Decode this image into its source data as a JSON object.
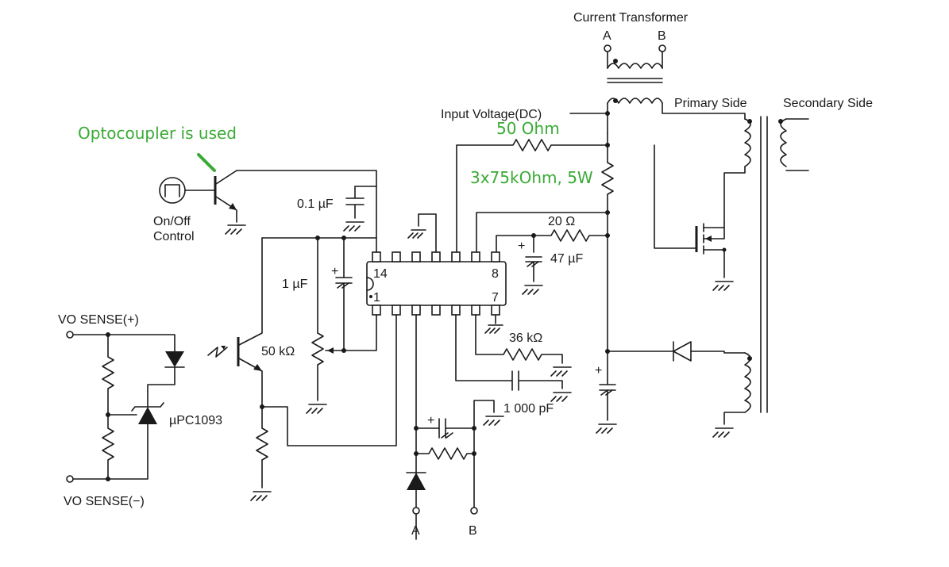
{
  "annotations": {
    "optocoupler": "Optocoupler is used",
    "r_50ohm": "50 Ohm",
    "r_3x75k": "3x75kOhm, 5W",
    "color": "#3aaa35"
  },
  "labels": {
    "current_transformer": "Current Transformer",
    "ct_a": "A",
    "ct_b": "B",
    "primary_side": "Primary Side",
    "secondary_side": "Secondary Side",
    "input_voltage": "Input Voltage(DC)",
    "on_off_1": "On/Off",
    "on_off_2": "Control",
    "c_01uf": "0.1 µF",
    "c_1uf": "1 µF",
    "r_50k": "50 kΩ",
    "r_20ohm": "20 Ω",
    "c_47uf": "47 µF",
    "r_36k": "36 kΩ",
    "c_1000pf": "1 000 pF",
    "ic_pin14": "14",
    "ic_pin1": "1",
    "ic_pin8": "8",
    "ic_pin7": "7",
    "vo_sense_pos": "VO SENSE(+)",
    "vo_sense_neg": "VO SENSE(−)",
    "upc1093": "µPC1093",
    "term_a": "A",
    "term_b": "B",
    "plus": "+"
  },
  "colors": {
    "ink": "#1a1a1a",
    "annotation": "#3aaa35"
  }
}
